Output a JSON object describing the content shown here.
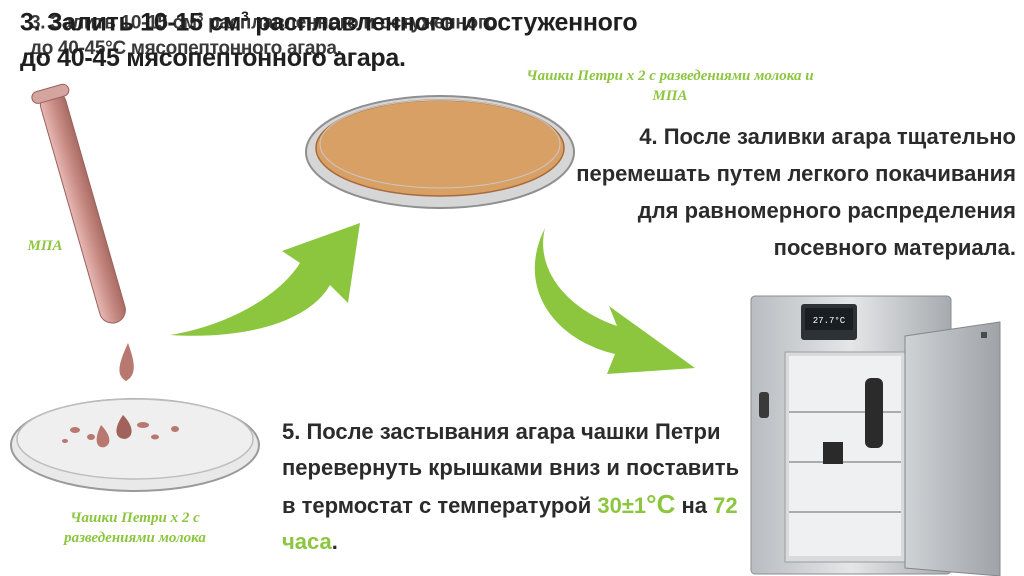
{
  "step3": {
    "line1": "3. Залить 10-15 см",
    "sup": "3",
    "line1_rest": " расплавленного и остуженного",
    "line2": "до 40-45",
    "deg": "°С",
    "line2_rest": " мясопептонного агара."
  },
  "labels": {
    "mpa": "МПА",
    "dish_top": "Чашки Петри х 2 с разведениями молока и МПА",
    "dish_bottom": "Чашки Петри х 2 с разведениями молока"
  },
  "step4": {
    "text": "4. После заливки агара тщательно перемешать путем легкого покачивания для равномерного распределения посевного материала."
  },
  "step5": {
    "text_before": "5. После застывания агара чашки Петри перевернуть крышками вниз и поставить в термостат с температурой ",
    "temp": "30±1",
    "temp_unit": "°С",
    "middle": " на ",
    "duration": "72 часа",
    "end": "."
  },
  "incubator": {
    "display_temp": "27.7°C"
  },
  "colors": {
    "accent_green": "#8cc63f",
    "agar": "#d9a066",
    "tube": "#c9908a"
  }
}
